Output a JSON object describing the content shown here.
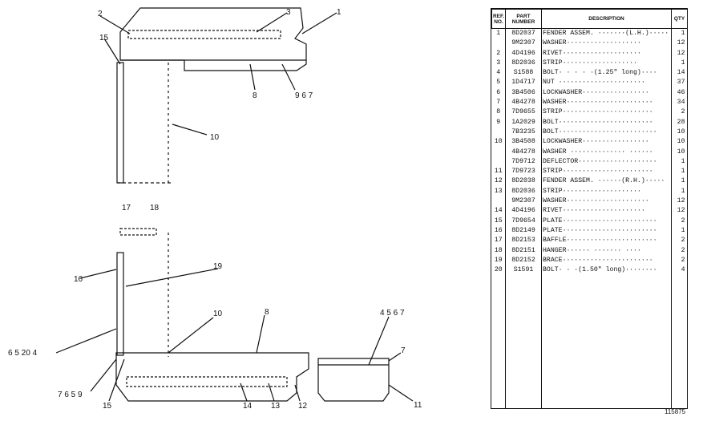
{
  "callouts": {
    "c1": "1",
    "c2": "2",
    "c3": "3",
    "c15a": "15",
    "c8a": "8",
    "c967": "9 6 7",
    "c10a": "10",
    "c17": "17",
    "c18": "18",
    "c19": "19",
    "c16": "16",
    "c65204": "6 5 20 4",
    "c10b": "10",
    "c8b": "8",
    "c4567": "4 5 6 7",
    "c7": "7",
    "c7659": "7 6 5 9",
    "c15b": "15",
    "c14": "14",
    "c13": "13",
    "c12": "12",
    "c11": "11"
  },
  "table": {
    "headers": {
      "ref": "REF. NO.",
      "part": "PART NUMBER",
      "desc": "DESCRIPTION",
      "qty": "QTY"
    },
    "rows": [
      {
        "ref": "1",
        "part": "8D2037",
        "desc": "FENDER ASSEM. ·······(L.H.)·····",
        "qty": "1"
      },
      {
        "ref": "",
        "part": "9M2307",
        "desc": "  WASHER···················",
        "qty": "12"
      },
      {
        "ref": "2",
        "part": "4D4196",
        "desc": "  RIVET····················",
        "qty": "12"
      },
      {
        "ref": "3",
        "part": "8D2036",
        "desc": "   STRIP···················",
        "qty": "1"
      },
      {
        "ref": "4",
        "part": "S1588",
        "desc": "BOLT· · · · ·(1.25\" long)····",
        "qty": "14"
      },
      {
        "ref": "5",
        "part": "1D4717",
        "desc": "NUT  ······················",
        "qty": "37"
      },
      {
        "ref": "6",
        "part": "3B4506",
        "desc": "LOCKWASHER·················",
        "qty": "46"
      },
      {
        "ref": "7",
        "part": "4B4278",
        "desc": "WASHER······················",
        "qty": "34"
      },
      {
        "ref": "8",
        "part": "7D9655",
        "desc": "STRIP·······················",
        "qty": "2"
      },
      {
        "ref": "9",
        "part": "1A2029",
        "desc": "BOLT························",
        "qty": "28"
      },
      {
        "ref": "",
        "part": "7B3235",
        "desc": "BOLT·························",
        "qty": "10"
      },
      {
        "ref": "10",
        "part": "3B4508",
        "desc": "LOCKWASHER·················",
        "qty": "10"
      },
      {
        "ref": "",
        "part": "4B4278",
        "desc": "WASHER ·············· ······",
        "qty": "10"
      },
      {
        "ref": "",
        "part": "7D9712",
        "desc": "DEFLECTOR····················",
        "qty": "1"
      },
      {
        "ref": "11",
        "part": "7D9723",
        "desc": "STRIP·······················",
        "qty": "1"
      },
      {
        "ref": "12",
        "part": "8D2038",
        "desc": "FENDER ASSEM. ······(R.H.)·····",
        "qty": "1"
      },
      {
        "ref": "13",
        "part": "8D2036",
        "desc": "   STRIP····················",
        "qty": "1"
      },
      {
        "ref": "",
        "part": "9M2307",
        "desc": "  WASHER·····················",
        "qty": "12"
      },
      {
        "ref": "14",
        "part": "4D4196",
        "desc": "  RIVET·····················",
        "qty": "12"
      },
      {
        "ref": "15",
        "part": "7D9654",
        "desc": "PLATE························",
        "qty": "2"
      },
      {
        "ref": "16",
        "part": "8D2149",
        "desc": "PLATE························",
        "qty": "1"
      },
      {
        "ref": "17",
        "part": "8D2153",
        "desc": "BAFFLE·······················",
        "qty": "2"
      },
      {
        "ref": "18",
        "part": "8D2151",
        "desc": "HANGER······ ·······  ····",
        "qty": "2"
      },
      {
        "ref": "19",
        "part": "8D2152",
        "desc": "BRACE·······················",
        "qty": "2"
      },
      {
        "ref": "20",
        "part": "S1591",
        "desc": "BOLT·  ·  ·(1.50\" long)········",
        "qty": "4"
      }
    ]
  },
  "plate_number": "115875"
}
